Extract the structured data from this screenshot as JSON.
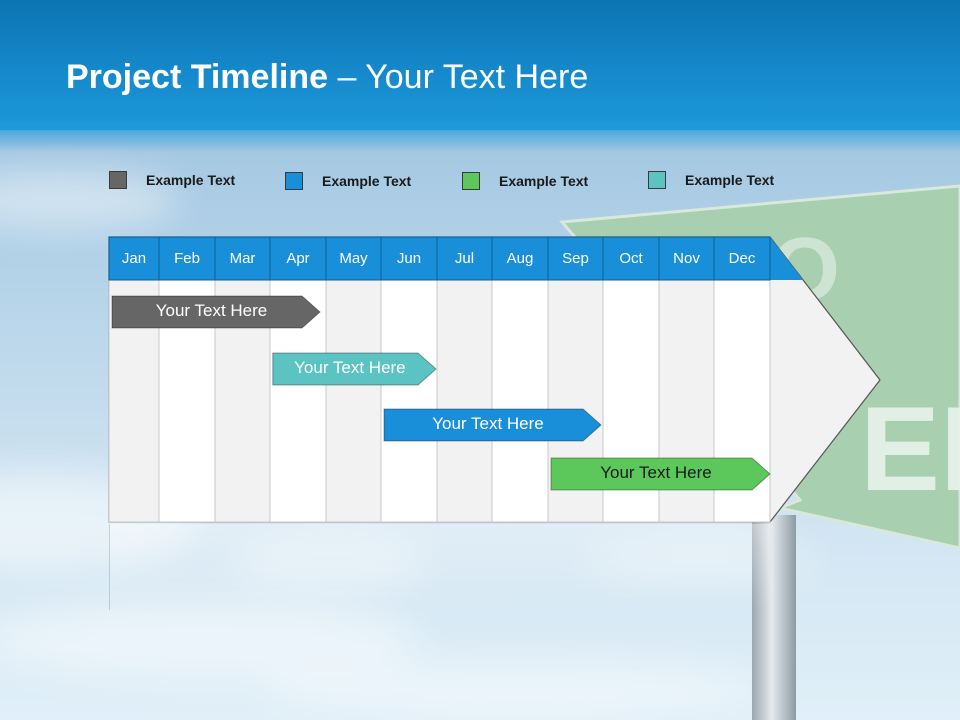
{
  "title": {
    "bold": "Project Timeline",
    "rest": " – Your Text Here"
  },
  "legend": [
    {
      "label": "Example Text",
      "color": "#666666"
    },
    {
      "label": "Example Text",
      "color": "#1a8fd9"
    },
    {
      "label": "Example Text",
      "color": "#5cc85c"
    },
    {
      "label": "Example Text",
      "color": "#5cc3c3"
    }
  ],
  "months": [
    "Jan",
    "Feb",
    "Mar",
    "Apr",
    "May",
    "Jun",
    "Jul",
    "Aug",
    "Sep",
    "Oct",
    "Nov",
    "Dec"
  ],
  "bars": [
    {
      "label": "Your  Text Here",
      "color": "#666666",
      "text_color": "#ffffff",
      "start_month": "Jan",
      "end_month": "Apr"
    },
    {
      "label": "Your  Text Here",
      "color": "#5cc3c3",
      "text_color": "#ffffff",
      "start_month": "Apr",
      "end_month": "Jun"
    },
    {
      "label": "Your  Text Here",
      "color": "#1a8fd9",
      "text_color": "#ffffff",
      "start_month": "Jun",
      "end_month": "Sep"
    },
    {
      "label": "Your  Text Here",
      "color": "#5cc85c",
      "text_color": "#1a1a1a",
      "start_month": "Sep",
      "end_month": "Dec"
    }
  ],
  "colors": {
    "header": "#1589cb",
    "month_bar": "#1a8fd9",
    "board_fill": "#f2f2f2",
    "sign_green": "#9fc9a8"
  }
}
